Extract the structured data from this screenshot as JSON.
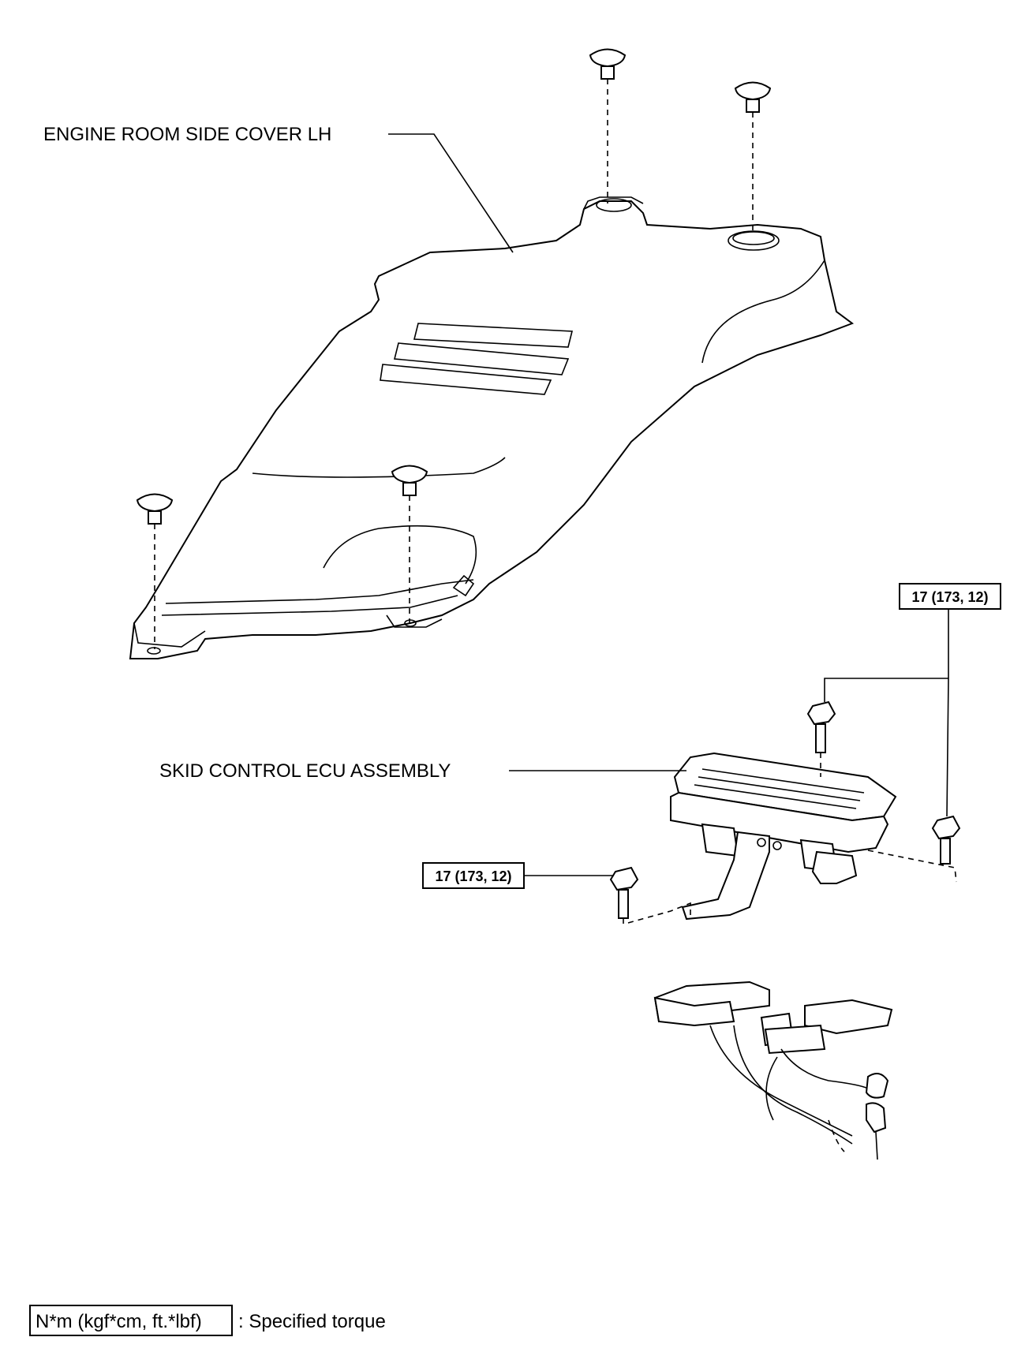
{
  "labels": {
    "engine_cover": "ENGINE ROOM SIDE COVER LH",
    "skid_ecu": "SKID CONTROL ECU ASSEMBLY"
  },
  "torque": {
    "upper": "17 (173, 12)",
    "lower": "17 (173, 12)"
  },
  "legend": {
    "unit": "N*m (kgf*cm, ft.*lbf)",
    "description": ": Specified torque"
  }
}
